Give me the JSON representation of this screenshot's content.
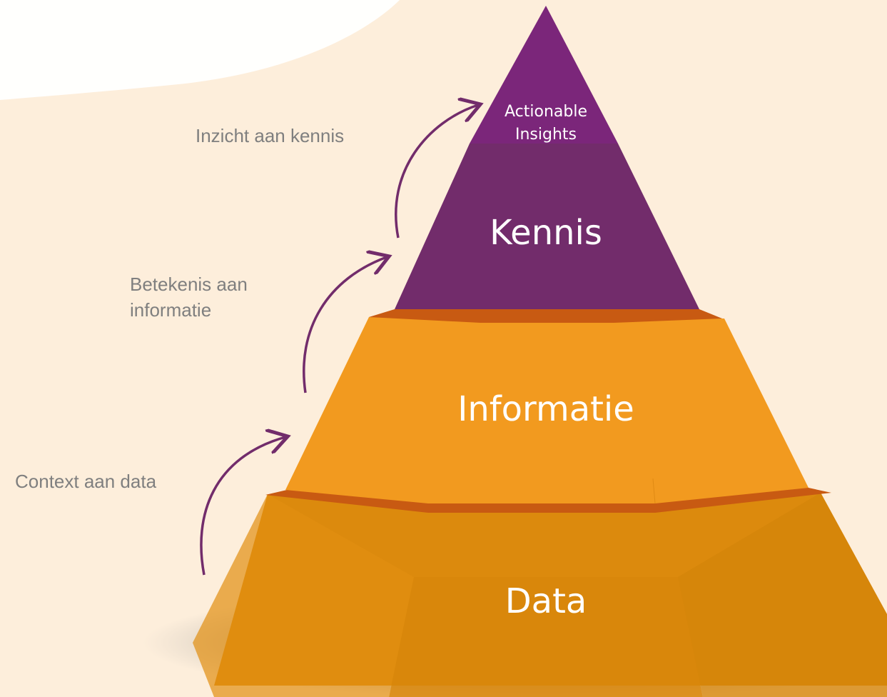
{
  "pyramid": {
    "layers": [
      {
        "id": "top",
        "label": "Actionable\nInsights",
        "color": "#7b267a"
      },
      {
        "id": "kennis",
        "label": "Kennis",
        "color": "#722c6b"
      },
      {
        "id": "informatie",
        "label": "Informatie",
        "color": "#f29a1f"
      },
      {
        "id": "data",
        "label": "Data",
        "color": "#dc8a0d"
      }
    ],
    "ledge_color": "#c85a12",
    "arrow_color": "#722c6b"
  },
  "annotations": {
    "insight": "Inzicht aan kennis",
    "meaning": "Betekenis aan\ninformatie",
    "context": "Context aan data"
  }
}
